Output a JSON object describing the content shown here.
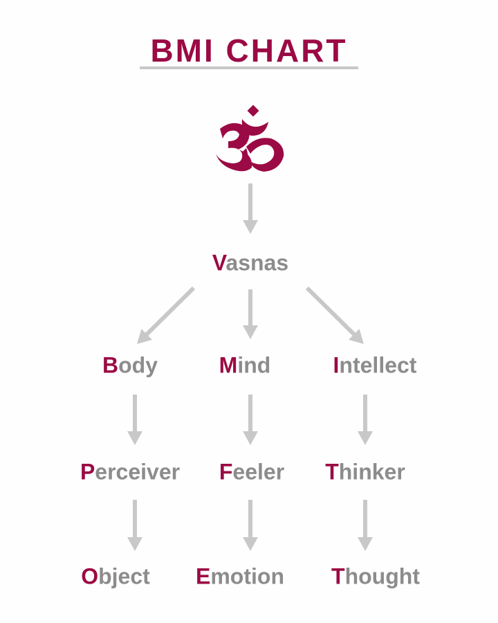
{
  "title": "BMI CHART",
  "colors": {
    "accent": "#9b0a44",
    "text": "#8c8c8c",
    "arrow": "#c8c8c8"
  },
  "symbol": {
    "icon": "om-icon"
  },
  "root": {
    "initial": "V",
    "rest": "asnas"
  },
  "columns": [
    [
      {
        "initial": "B",
        "rest": "ody"
      },
      {
        "initial": "P",
        "rest": "erceiver"
      },
      {
        "initial": "O",
        "rest": "bject"
      }
    ],
    [
      {
        "initial": "M",
        "rest": "ind"
      },
      {
        "initial": "F",
        "rest": "eeler"
      },
      {
        "initial": "E",
        "rest": "motion"
      }
    ],
    [
      {
        "initial": "I",
        "rest": "ntellect"
      },
      {
        "initial": "T",
        "rest": "hinker"
      },
      {
        "initial": "T",
        "rest": "hought"
      }
    ]
  ]
}
